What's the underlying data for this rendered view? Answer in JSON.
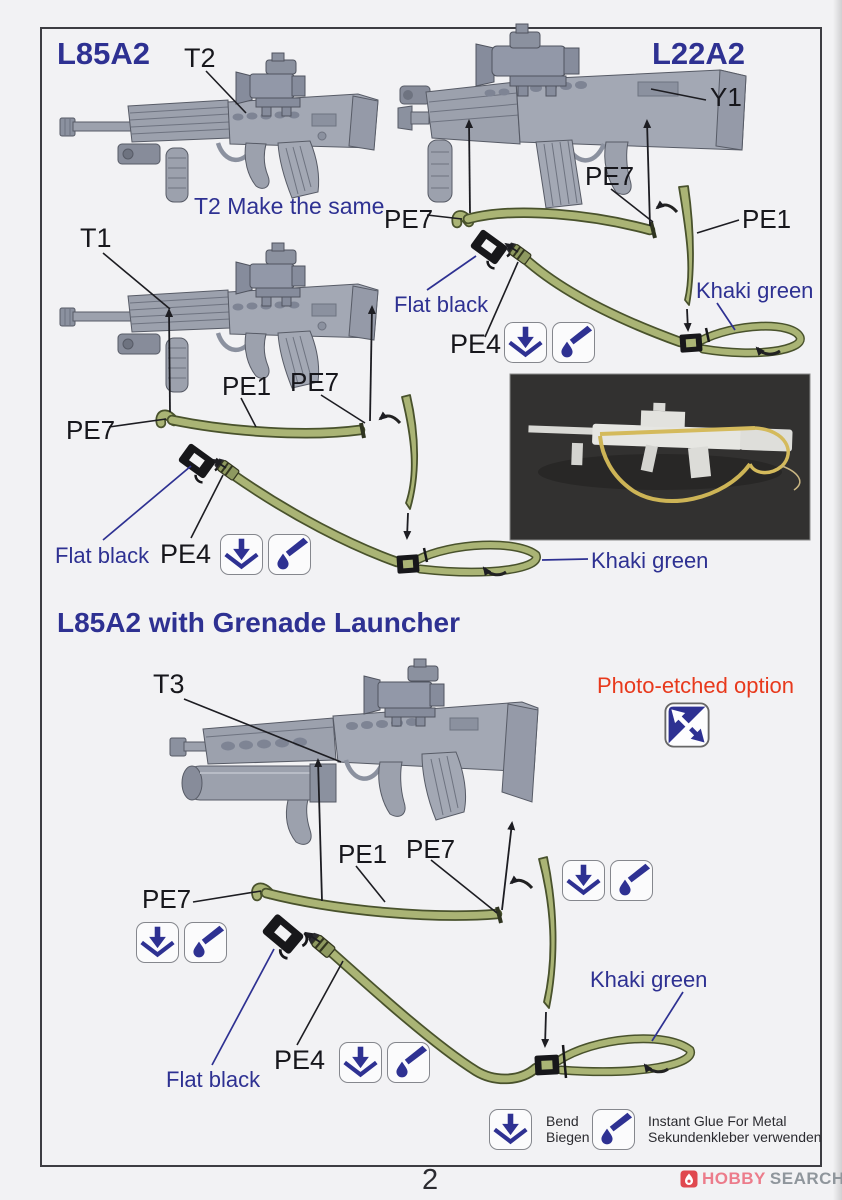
{
  "page": {
    "number": "2"
  },
  "brand": {
    "name_primary": "HOBBY",
    "name_secondary": "SEARCH"
  },
  "colors": {
    "accent_blue": "#2e3192",
    "warn_red": "#e8391c",
    "khaki": "#aab475",
    "khaki_dark": "#49522c"
  },
  "section_l85a2": {
    "title": "L85A2",
    "t2": "T2",
    "note": "T2 Make the same",
    "t1": "T1",
    "pe1": "PE1",
    "pe7_top": "PE7",
    "pe7_left": "PE7",
    "flat_black": "Flat black",
    "pe4": "PE4",
    "khaki_green": "Khaki green"
  },
  "section_l22a2": {
    "title": "L22A2",
    "y1": "Y1",
    "pe7_top": "PE7",
    "pe7_left": "PE7",
    "pe1": "PE1",
    "flat_black": "Flat black",
    "pe4": "PE4",
    "khaki_green": "Khaki green"
  },
  "section_grenade": {
    "title": "L85A2 with Grenade Launcher",
    "t3": "T3",
    "option_note": "Photo-etched option",
    "pe1": "PE1",
    "pe7_top": "PE7",
    "pe7_left": "PE7",
    "flat_black": "Flat black",
    "pe4": "PE4",
    "khaki_green": "Khaki green"
  },
  "legend": {
    "bend_en": "Bend",
    "bend_de": "Biegen",
    "glue_en": "Instant Glue For Metal",
    "glue_de": "Sekundenkleber verwenden"
  }
}
